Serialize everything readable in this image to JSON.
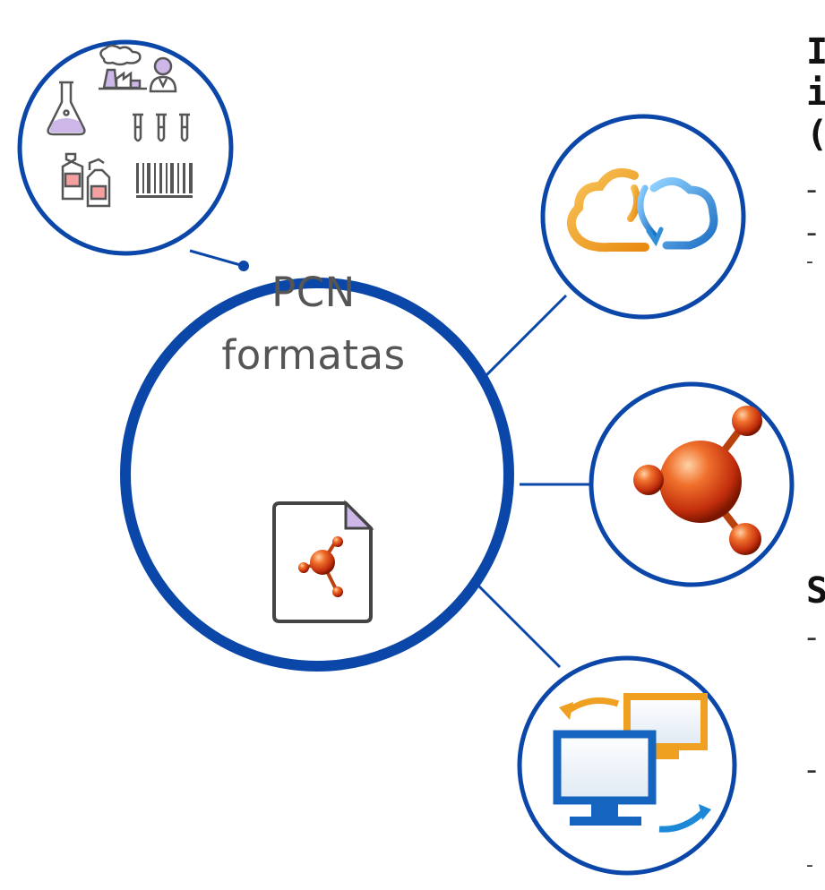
{
  "center": {
    "line1": "PCN",
    "line2": "formatas",
    "icon": "chemical-file-icon"
  },
  "nodes": [
    {
      "name": "chemicals-industry-node",
      "icons": [
        "flask-icon",
        "factory-icon",
        "scientist-icon",
        "test-tubes-icon",
        "hazard-bottles-icon",
        "barcode-icon"
      ]
    },
    {
      "name": "cloud-sync-node",
      "icons": [
        "cloud-sync-icon"
      ]
    },
    {
      "name": "molecule-node",
      "icons": [
        "molecule-icon"
      ]
    },
    {
      "name": "computer-transfer-node",
      "icons": [
        "computer-transfer-icon"
      ]
    }
  ],
  "side_text": {
    "heading1": [
      "I",
      "i",
      "("
    ],
    "heading2": "S",
    "dashes_top": [
      "-",
      "-",
      "-"
    ],
    "dashes_bottom": [
      "-",
      "-",
      "-"
    ]
  },
  "colors": {
    "ring": "#0b47a8",
    "molecule": "#d9431a",
    "cloud_orange": "#f3a225",
    "cloud_blue": "#2f8fd6",
    "monitor_blue": "#1565c0",
    "monitor_orange": "#f0a020"
  }
}
